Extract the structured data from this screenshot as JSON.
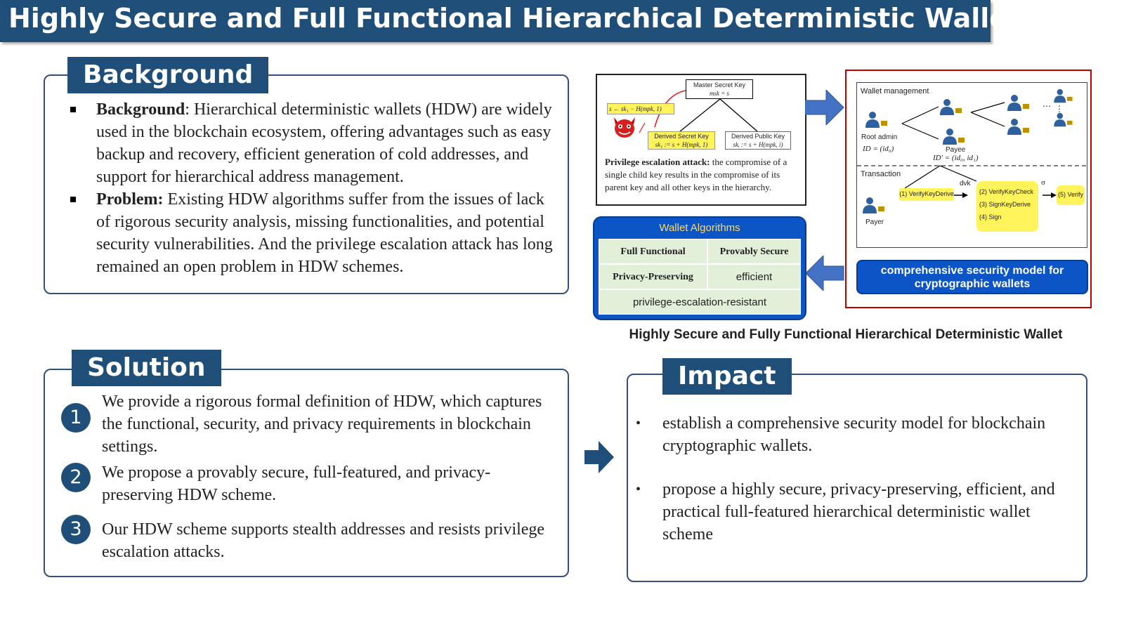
{
  "title": "Highly Secure and Full Functional Hierarchical Deterministic Wallet",
  "background": {
    "heading": "Background",
    "items": [
      {
        "lead": "Background",
        "text": ": Hierarchical deterministic wallets (HDW) are widely used in the blockchain ecosystem, offering advantages such as easy backup and recovery, efficient generation of cold addresses, and support for hierarchical address management."
      },
      {
        "lead": "Problem:",
        "text": " Existing HDW algorithms suffer from the issues of lack of rigorous security analysis, missing functionalities, and potential security vulnerabilities. And the privilege escalation attack has long remained an open problem in HDW schemes."
      }
    ]
  },
  "solution": {
    "heading": "Solution",
    "items": [
      {
        "num": "1",
        "text": "We provide a rigorous formal definition of HDW, which captures the functional, security, and privacy requirements in blockchain settings."
      },
      {
        "num": "2",
        "text": "We propose a provably secure, full-featured, and privacy-preserving HDW scheme."
      },
      {
        "num": "3",
        "text": "Our HDW scheme supports stealth addresses and resists privilege escalation attacks."
      }
    ]
  },
  "impact": {
    "heading": "Impact",
    "items": [
      "establish a comprehensive security model for blockchain cryptographic wallets.",
      "propose a highly secure, privacy-preserving, efficient, and practical full-featured hierarchical deterministic wallet scheme"
    ]
  },
  "figure": {
    "caption": "Highly Secure and Fully Functional Hierarchical Deterministic Wallet",
    "attack": {
      "master_key": "Master Secret Key",
      "master_eq": "msk = s",
      "derived_secret": "Derived Secret Key",
      "derived_secret_eq": "sk₁ := s + H(mpk, 1)",
      "derived_public": "Derived Public Key",
      "derived_public_eq": "skᵢ := s + H(mpk, i)",
      "recover_eq": "s ← sk₁ − H(mpk, 1)",
      "desc_lead": "Privilege escalation attack:",
      "desc_text": " the compromise of a single child key results in the compromise of its parent key and all other keys in the hierarchy."
    },
    "algorithms": {
      "title": "Wallet Algorithms",
      "cells": [
        "Full Functional",
        "Provably Secure",
        "Privacy-Preserving",
        "efficient",
        "privilege-escalation-resistant"
      ]
    },
    "model": {
      "wallet_mgmt": "Wallet management",
      "root_admin": "Root admin",
      "root_id": "ID = (id₀)",
      "payee": "Payee",
      "payee_id": "ID′ = (id₀, id₁)",
      "dots": "⋯",
      "vdots": "⋮",
      "transaction": "Transaction",
      "payer": "Payer",
      "step1": "(1) VerifyKeyDerive",
      "dvk": "dvk",
      "step2": "(2) VerifyKeyCheck",
      "step3": "(3) SignKeyDerive",
      "step4": "(4) Sign",
      "sigma": "σ",
      "step5": "(5) Verify",
      "security_label": "comprehensive security model for cryptographic wallets"
    }
  },
  "colors": {
    "navy": "#1f4e79",
    "blue": "#0b55c6",
    "yellow": "#fff45c",
    "green": "#e2efd9",
    "red": "#c00000"
  }
}
